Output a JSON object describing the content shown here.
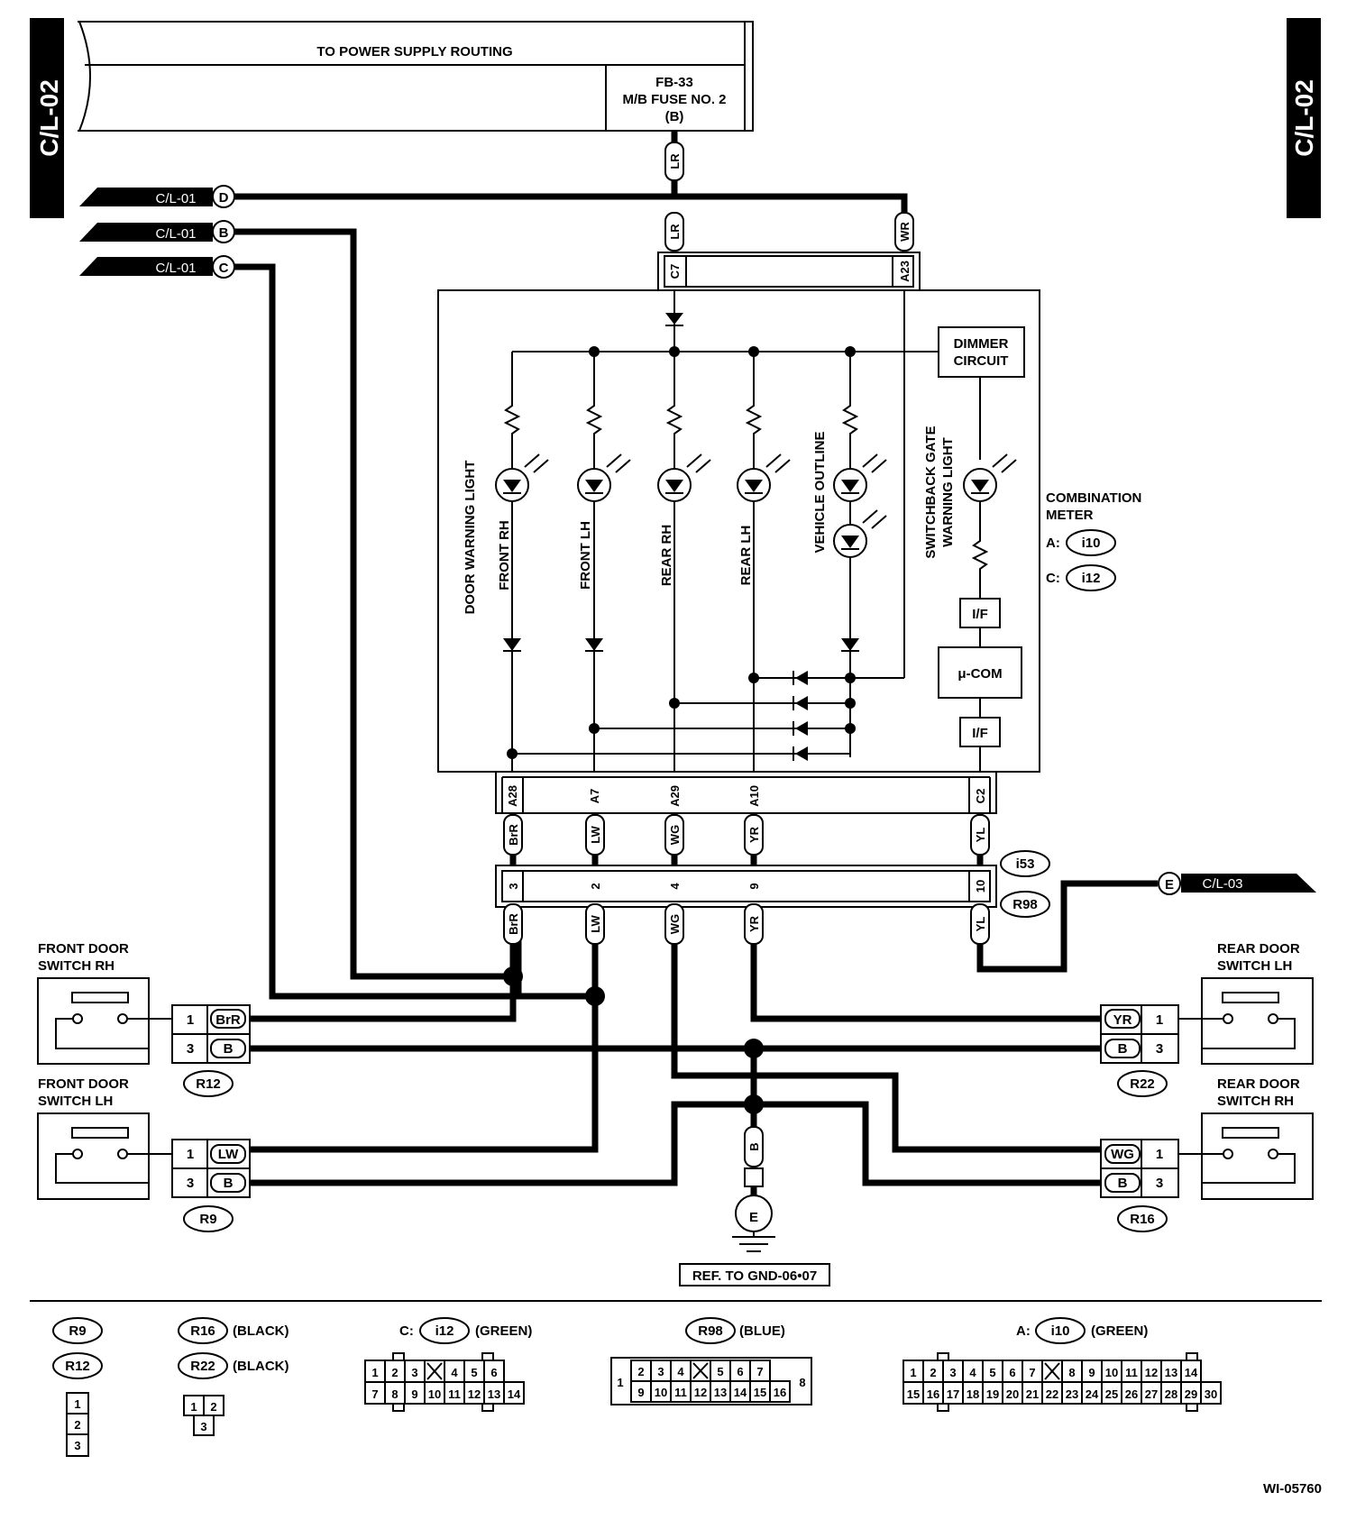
{
  "page": {
    "left_tag": "C/L-02",
    "right_tag": "C/L-02",
    "doc_id": "WI-05760"
  },
  "power": {
    "title": "TO POWER SUPPLY ROUTING",
    "fuse_line1": "FB-33",
    "fuse_line2": "M/B FUSE NO. 2",
    "fuse_line3": "(B)"
  },
  "offpage": [
    {
      "label": "C/L-01",
      "letter": "D"
    },
    {
      "label": "C/L-01",
      "letter": "B"
    },
    {
      "label": "C/L-01",
      "letter": "C"
    },
    {
      "label": "C/L-03",
      "letter": "E"
    }
  ],
  "meter": {
    "pins_top": [
      "C7",
      "A23"
    ],
    "wires_top": [
      "LR",
      "LR",
      "WR"
    ],
    "dimmer_line1": "DIMMER",
    "dimmer_line2": "CIRCUIT",
    "light_group": "DOOR WARNING LIGHT",
    "lights": [
      "FRONT RH",
      "FRONT LH",
      "REAR RH",
      "REAR LH",
      "VEHICLE OUTLINE"
    ],
    "switchback_line1": "SWITCHBACK GATE",
    "switchback_line2": "WARNING LIGHT",
    "if_label": "I/F",
    "ucom_label": "μ-COM",
    "name_line1": "COMBINATION",
    "name_line2": "METER",
    "conn_a_prefix": "A:",
    "conn_a": "i10",
    "conn_c_prefix": "C:",
    "conn_c": "i12",
    "pins_bottom": [
      "A28",
      "A7",
      "A29",
      "A10",
      "C2"
    ]
  },
  "harness": {
    "wires_upper": [
      "BrR",
      "LW",
      "WG",
      "YR",
      "YL"
    ],
    "pins": [
      "3",
      "2",
      "4",
      "9",
      "10"
    ],
    "wires_lower": [
      "BrR",
      "LW",
      "WG",
      "YR",
      "YL"
    ],
    "conn_top": "i53",
    "conn_bottom": "R98"
  },
  "switches": {
    "front_rh": {
      "line1": "FRONT DOOR",
      "line2": "SWITCH RH",
      "conn": "R12",
      "pins": [
        "1",
        "3"
      ],
      "wires": [
        "BrR",
        "B"
      ]
    },
    "front_lh": {
      "line1": "FRONT DOOR",
      "line2": "SWITCH LH",
      "conn": "R9",
      "pins": [
        "1",
        "3"
      ],
      "wires": [
        "LW",
        "B"
      ]
    },
    "rear_lh": {
      "line1": "REAR DOOR",
      "line2": "SWITCH LH",
      "conn": "R22",
      "pins": [
        "1",
        "3"
      ],
      "wires": [
        "YR",
        "B"
      ]
    },
    "rear_rh": {
      "line1": "REAR DOOR",
      "line2": "SWITCH RH",
      "conn": "R16",
      "pins": [
        "1",
        "3"
      ],
      "wires": [
        "WG",
        "B"
      ]
    }
  },
  "ground": {
    "wire": "B",
    "letter": "E",
    "ref": "REF. TO GND-06•07"
  },
  "legend": {
    "r9": "R9",
    "r12": "R12",
    "r9_pins": [
      "1",
      "2",
      "3"
    ],
    "r16": "R16",
    "r16_color": "(BLACK)",
    "r22": "R22",
    "r22_color": "(BLACK)",
    "r16_pins": [
      "1",
      "2",
      "3"
    ],
    "i12_prefix": "C:",
    "i12": "i12",
    "i12_color": "(GREEN)",
    "i12_row1": [
      "1",
      "2",
      "3",
      "",
      "4",
      "5",
      "6"
    ],
    "i12_row2": [
      "7",
      "8",
      "9",
      "10",
      "11",
      "12",
      "13",
      "14"
    ],
    "r98": "R98",
    "r98_color": "(BLUE)",
    "r98_left": "1",
    "r98_right": "8",
    "r98_row1": [
      "2",
      "3",
      "4",
      "",
      "5",
      "6",
      "7"
    ],
    "r98_row2": [
      "9",
      "10",
      "11",
      "12",
      "13",
      "14",
      "15",
      "16"
    ],
    "i10_prefix": "A:",
    "i10": "i10",
    "i10_color": "(GREEN)",
    "i10_row1": [
      "1",
      "2",
      "3",
      "4",
      "5",
      "6",
      "7",
      "",
      "8",
      "9",
      "10",
      "11",
      "12",
      "13",
      "14"
    ],
    "i10_row2": [
      "15",
      "16",
      "17",
      "18",
      "19",
      "20",
      "21",
      "22",
      "23",
      "24",
      "25",
      "26",
      "27",
      "28",
      "29",
      "30"
    ]
  }
}
